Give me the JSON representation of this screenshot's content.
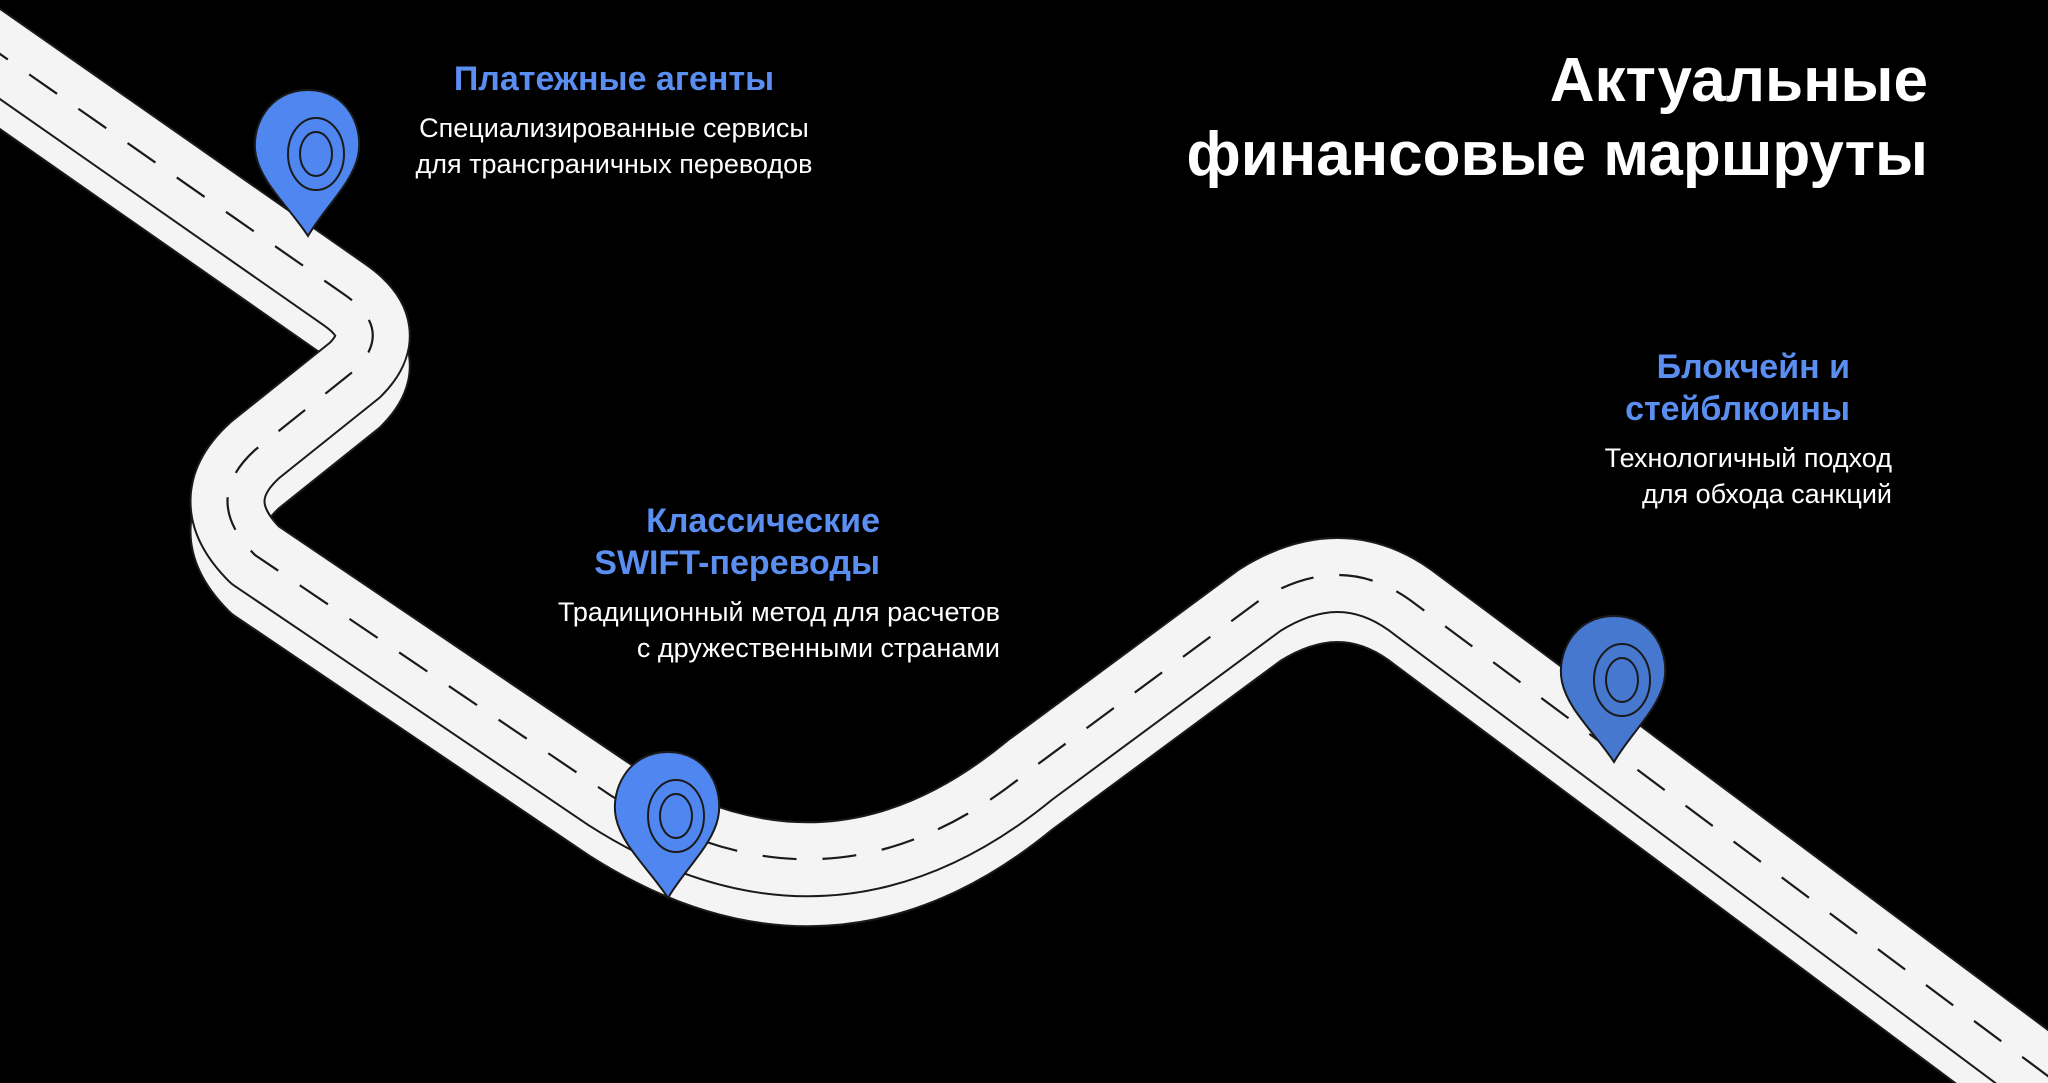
{
  "title": {
    "line1": "Актуальные",
    "line2": "финансовые маршруты"
  },
  "routes": [
    {
      "heading": [
        "Платежные агенты"
      ],
      "description": [
        "Специализированные сервисы",
        "для трансграничных переводов"
      ]
    },
    {
      "heading": [
        "Классические",
        "SWIFT-переводы"
      ],
      "description": [
        "Традиционный метод для расчетов",
        "с дружественными странами"
      ]
    },
    {
      "heading": [
        "Блокчейн и",
        "стейблкоины"
      ],
      "description": [
        "Технологичный подход",
        "для обхода санкций"
      ]
    }
  ],
  "colors": {
    "background": "#000000",
    "road": "#f4f4f4",
    "road_edge": "#1a1a1a",
    "pin": "#4f86f0",
    "pin_dark": "#4778d0",
    "heading": "#5a8ef0",
    "text": "#ffffff"
  },
  "icons": [
    "location-pin-icon",
    "location-pin-icon",
    "location-pin-icon"
  ]
}
